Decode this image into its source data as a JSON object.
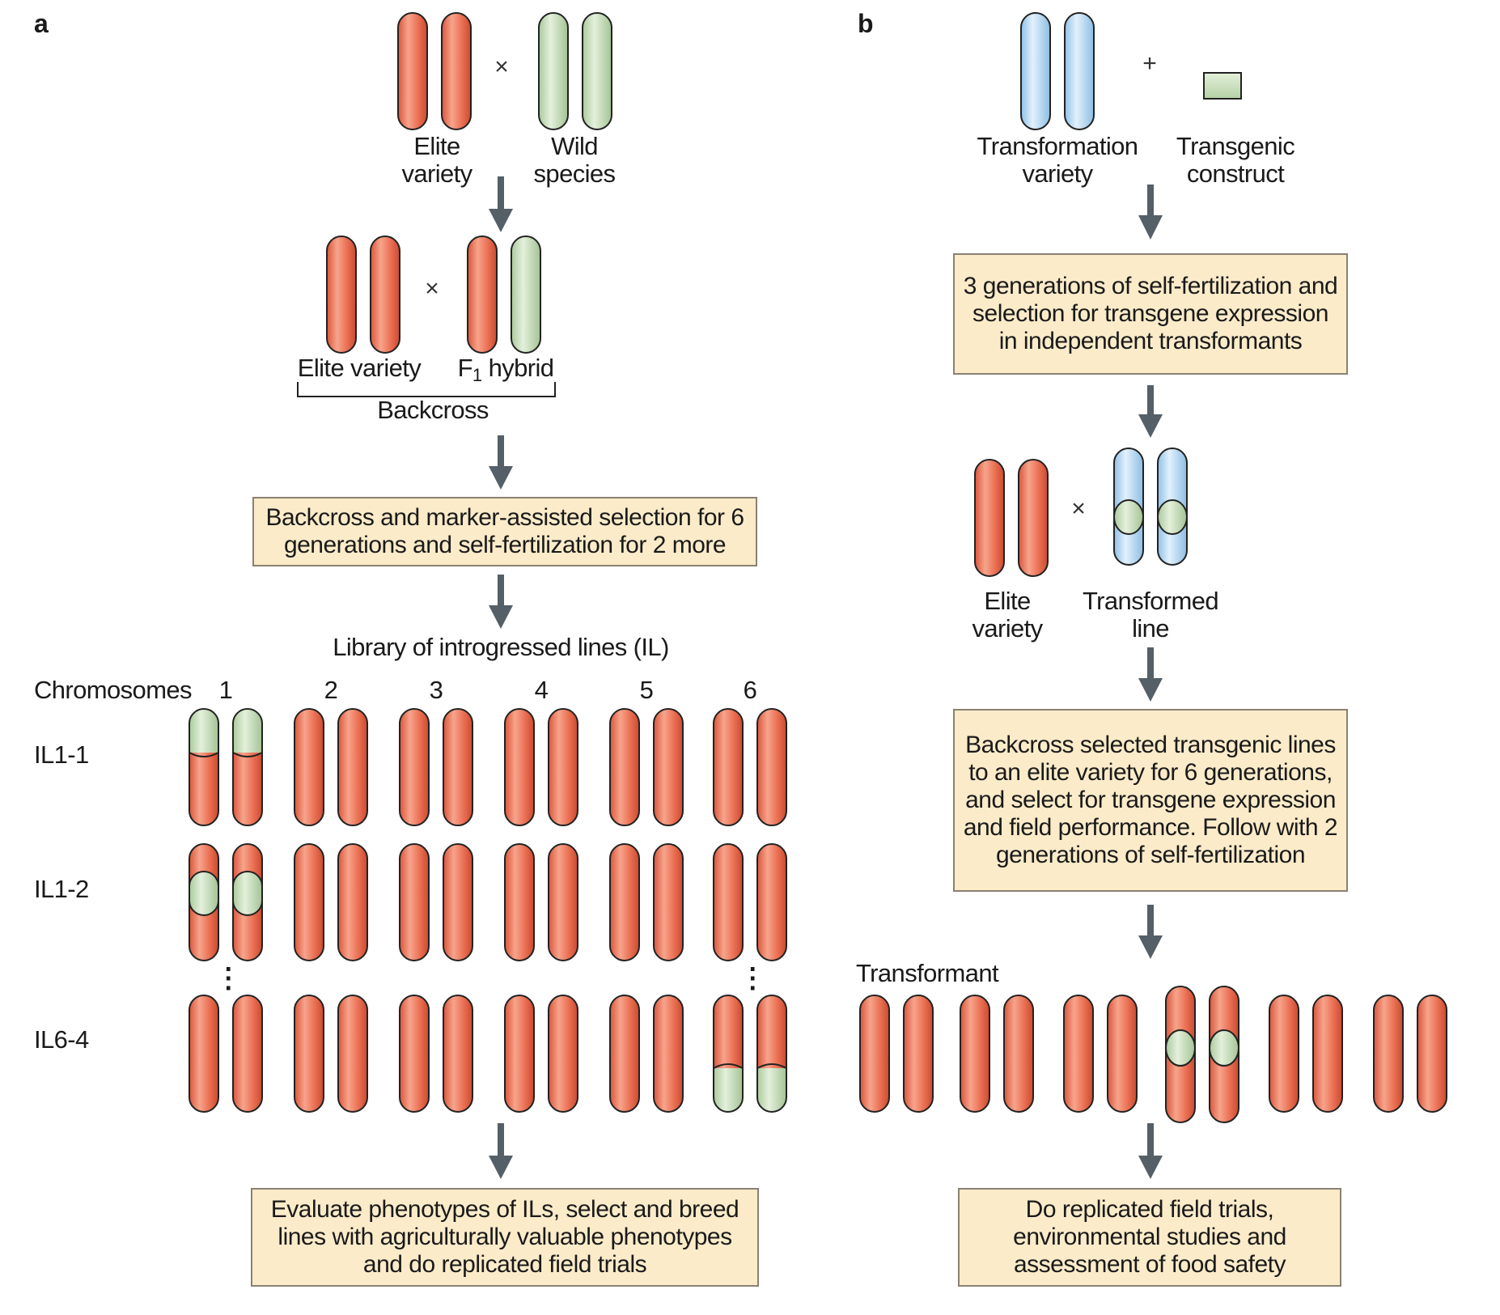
{
  "colors": {
    "elite_chromosome": "#ea6f52",
    "wild_segment": "#cde3c3",
    "transformation_chromosome": "#b8d9f2",
    "box_fill": "#fbebc9",
    "arrow": "#545f68"
  },
  "panel_a": {
    "letter": "a",
    "cross_symbol": "×",
    "elite_label": "Elite\nvariety",
    "wild_label": "Wild\nspecies",
    "elite_label2": "Elite variety",
    "f1_prefix": "F",
    "f1_sub": "1",
    "f1_suffix": " hybrid",
    "backcross_label": "Backcross",
    "box1": "Backcross and marker-assisted selection for 6 generations and self-fertilization for 2 more",
    "library_label": "Library of introgressed lines (IL)",
    "chromosomes_label": "Chromosomes",
    "chromosome_numbers": [
      "1",
      "2",
      "3",
      "4",
      "5",
      "6"
    ],
    "rows": [
      "IL1-1",
      "IL1-2",
      "IL6-4"
    ],
    "ellipsis": "⋮",
    "box2": "Evaluate phenotypes of ILs, select and breed lines with agriculturally valuable phenotypes and do replicated field trials"
  },
  "panel_b": {
    "letter": "b",
    "plus_symbol": "+",
    "cross_symbol": "×",
    "transformation_label": "Transformation\nvariety",
    "construct_label": "Transgenic\nconstruct",
    "box1": "3 generations of self-fertilization and selection for transgene expression in independent transformants",
    "elite_label": "Elite\nvariety",
    "transformed_label": "Transformed\nline",
    "box2": "Backcross selected transgenic lines to an elite variety for 6 generations, and select for transgene expression and field performance. Follow with 2 generations of self-fertilization",
    "transformant_label": "Transformant",
    "box3": "Do replicated field trials, environmental studies and assessment of food safety"
  }
}
